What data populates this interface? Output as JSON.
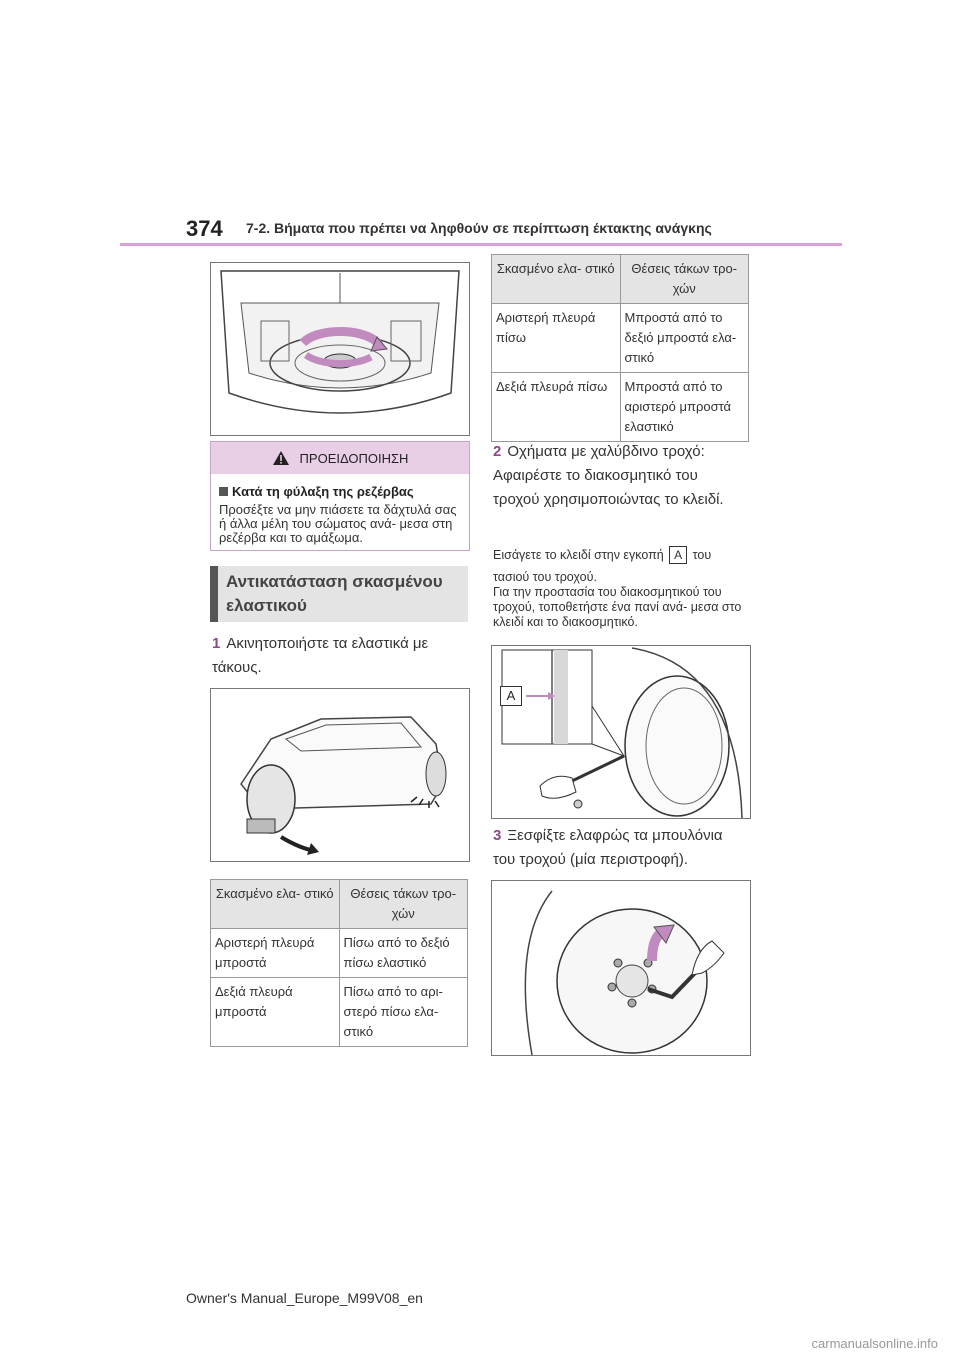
{
  "header": {
    "page_number": "374",
    "title": "7-2. Βήματα που πρέπει να ληφθούν σε περίπτωση έκτακτης ανάγκης"
  },
  "warning": {
    "label": "ΠΡΟΕΙΔΟΠΟΙΗΣΗ",
    "subtitle": "Κατά τη φύλαξη της ρεζέρβας",
    "text": "Προσέξτε να μην πιάσετε τα δάχτυλά σας ή άλλα μέλη του σώματος ανά- μεσα στη ρεζέρβα και το αμάξωμα."
  },
  "section": {
    "title": "Αντικατάσταση σκασμένου ελαστικού"
  },
  "steps": {
    "s1": {
      "num": "1",
      "text": "Ακινητοποιήστε τα ελαστικά με τάκους."
    },
    "s2": {
      "num": "2",
      "text": "Οχήματα με χαλύβδινο τροχό: Αφαιρέστε το διακοσμητικό του τροχού χρησιμοποιώντας το κλειδί."
    },
    "s3": {
      "num": "3",
      "text": "Ξεσφίξτε ελαφρώς τα μπουλόνια του τροχού (μία περιστροφή)."
    }
  },
  "table1": {
    "headers": [
      "Σκασμένο ελα- στικό",
      "Θέσεις τάκων τρο- χών"
    ],
    "rows": [
      [
        "Αριστερή πλευρά μπροστά",
        "Πίσω από το δεξιό πίσω ελαστικό"
      ],
      [
        "Δεξιά πλευρά μπροστά",
        "Πίσω από το αρι- στερό πίσω ελα- στικό"
      ]
    ]
  },
  "table2": {
    "headers": [
      "Σκασμένο ελα- στικό",
      "Θέσεις τάκων τρο- χών"
    ],
    "rows": [
      [
        "Αριστερή πλευρά πίσω",
        "Μπροστά από το δεξιό μπροστά ελα- στικό"
      ],
      [
        "Δεξιά πλευρά πίσω",
        "Μπροστά από το αριστερό μπροστά ελαστικό"
      ]
    ]
  },
  "note": {
    "before": "Εισάγετε το κλειδί στην εγκοπή",
    "label": "A",
    "after": "του",
    "line2": "τασιού του τροχού.",
    "line3": "Για την προστασία του διακοσμητικού του τροχού, τοποθετήστε ένα πανί ανά- μεσα στο κλειδί και το διακοσμητικό."
  },
  "figure_label": "A",
  "footer": "Owner's Manual_Europe_M99V08_en",
  "watermark": "carmanualsonline.info",
  "colors": {
    "accent": "#8c4a8a",
    "rule": "#d7a3d6",
    "warning_bg": "#e9cfe6"
  }
}
